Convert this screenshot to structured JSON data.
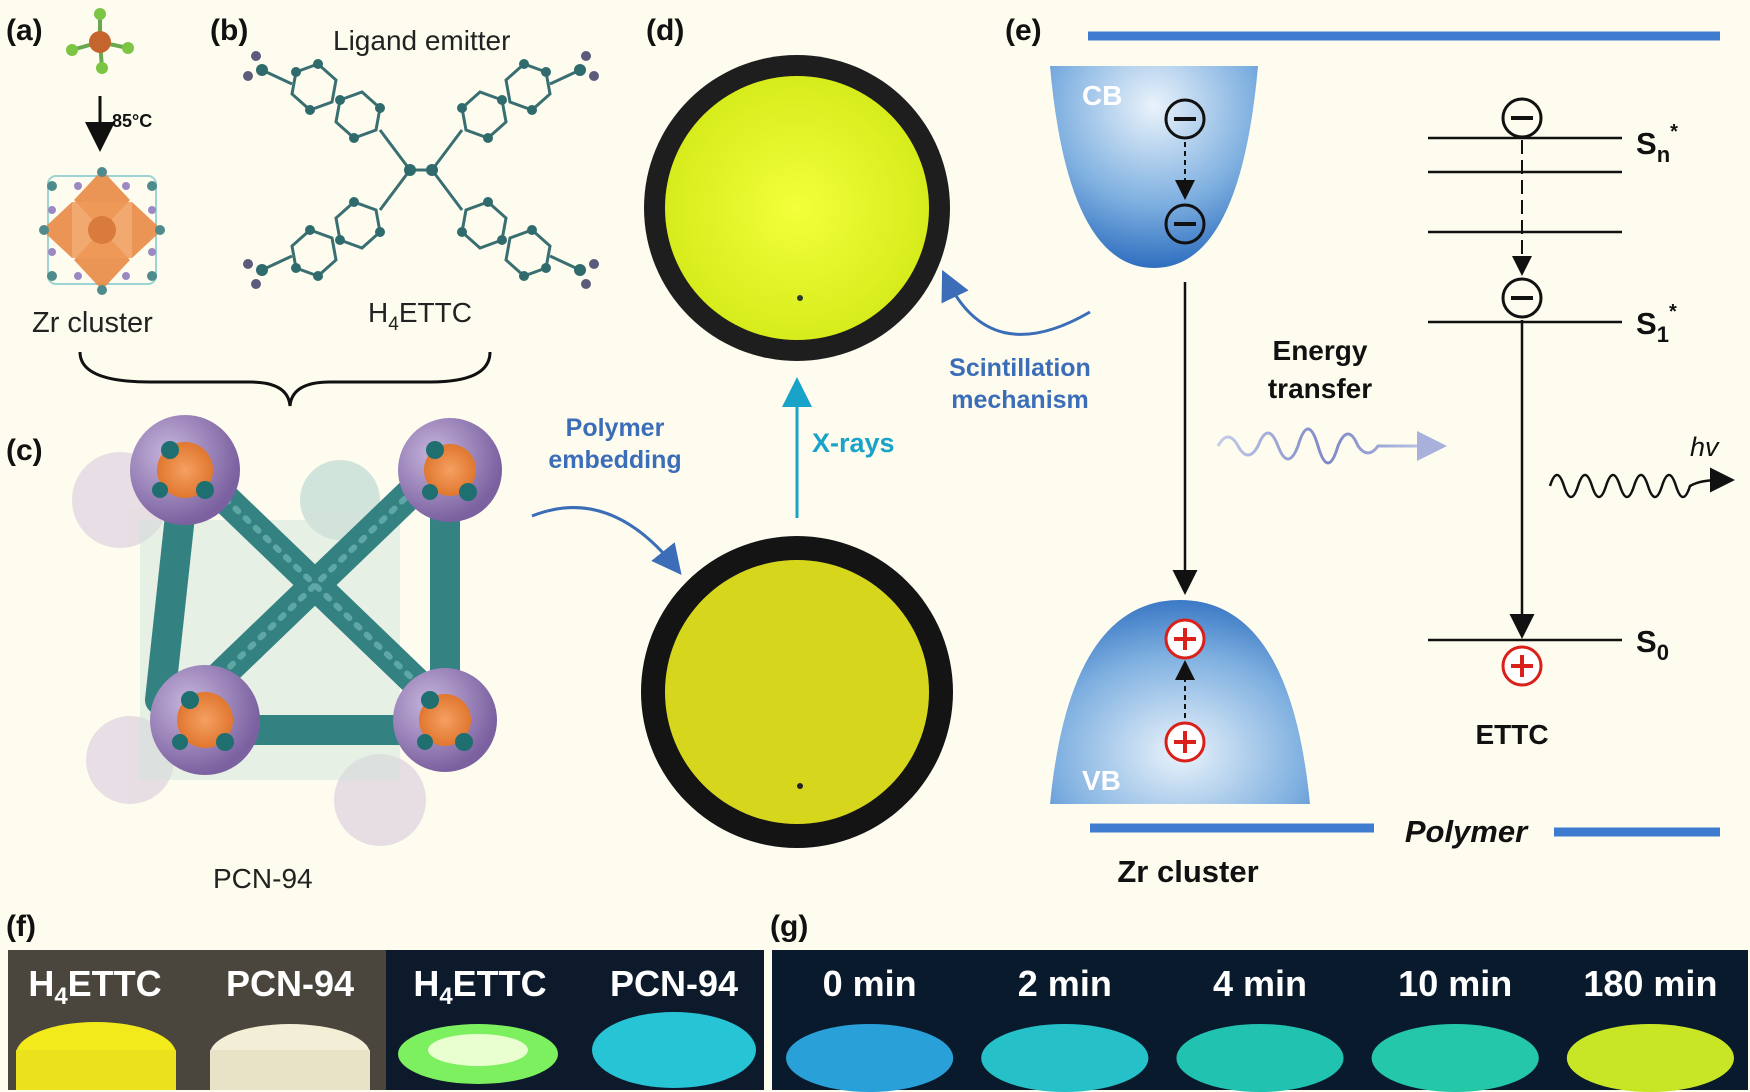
{
  "panels": {
    "a": {
      "label": "(a)",
      "temperature": "85°C",
      "caption": "Zr cluster"
    },
    "b": {
      "label": "(b)",
      "title": "Ligand emitter",
      "caption_main": "H",
      "caption_sub": "4",
      "caption_rest": "ETTC"
    },
    "c": {
      "label": "(c)",
      "caption": "PCN-94"
    },
    "arrow_polymer": {
      "line1": "Polymer",
      "line2": "embedding"
    },
    "d": {
      "label": "(d)",
      "xrays": "X-rays",
      "scint_line1": "Scintillation",
      "scint_line2": "mechanism"
    },
    "e": {
      "label": "(e)",
      "cb": "CB",
      "vb": "VB",
      "energy_line1": "Energy",
      "energy_line2": "transfer",
      "sn_main": "S",
      "sn_sub": "n",
      "sn_sup": "*",
      "s1_main": "S",
      "s1_sub": "1",
      "s1_sup": "*",
      "s0_main": "S",
      "s0_sub": "0",
      "hv": "hv",
      "ettc": "ETTC",
      "polymer": "Polymer",
      "zr_cluster": "Zr cluster"
    },
    "f": {
      "label": "(f)",
      "vials": [
        {
          "main": "H",
          "sub": "4",
          "rest": "ETTC"
        },
        {
          "main": "PCN-94",
          "sub": "",
          "rest": ""
        },
        {
          "main": "H",
          "sub": "4",
          "rest": "ETTC"
        },
        {
          "main": "PCN-94",
          "sub": "",
          "rest": ""
        }
      ]
    },
    "g": {
      "label": "(g)",
      "times": [
        "0 min",
        "2 min",
        "4 min",
        "10 min",
        "180 min"
      ]
    }
  },
  "colors": {
    "background": "#fefcee",
    "band_blue": "#3d7ccf",
    "accent_blue": "#3b6db8",
    "xray_cyan": "#1aa3c9",
    "hole_red": "#d9201b",
    "disk_yellow": "#e8f227",
    "film_yellow": "#d9db1c"
  }
}
